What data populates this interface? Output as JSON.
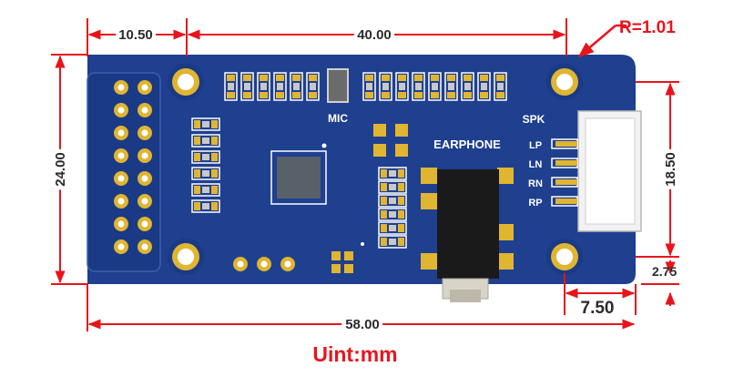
{
  "colors": {
    "dimension": "#e8141c",
    "board": "#1f3f8f",
    "board_dark": "#16306e",
    "gold": "#e0b531",
    "silkscreen": "#ffffff",
    "chip": "#58606a",
    "jack": "#1a1a1a"
  },
  "dimensions": {
    "offset_left": "10.50",
    "mount_spacing": "40.00",
    "corner_radius": "R=1.01",
    "board_height": "24.00",
    "speaker_span": "18.50",
    "edge_offset": "2.75",
    "connector_width": "7.50",
    "board_width": "58.00"
  },
  "board": {
    "mic": "MIC",
    "earphone": "EARPHONE",
    "spk": "SPK",
    "pins": [
      "LP",
      "LN",
      "RN",
      "RP"
    ]
  },
  "units": "Uint:mm",
  "icons": [
    "mounting-hole-icon",
    "pin-header-icon",
    "qfn-chip-icon",
    "audio-jack-icon",
    "speaker-connector-icon",
    "arrowhead-icon"
  ]
}
